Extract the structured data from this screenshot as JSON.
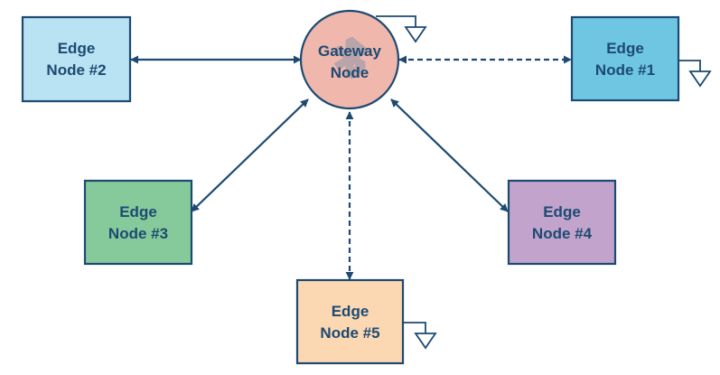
{
  "colors": {
    "stroke": "#1d4a72",
    "text": "#1d4a72",
    "gateway_fill": "#f0b7ad",
    "gateway_stroke": "#1d4a72",
    "edge_node_1_fill": "#6fc6e3",
    "edge_node_2_fill": "#b9e2f2",
    "edge_node_3_fill": "#86c99a",
    "edge_node_4_fill": "#c1a3cc",
    "edge_node_5_fill": "#fcd8b2"
  },
  "gateway": {
    "line1": "Gateway",
    "line2": "Node",
    "icon": "bluetooth-icon"
  },
  "edge_nodes": {
    "node1": {
      "line1": "Edge",
      "line2": "Node #1"
    },
    "node2": {
      "line1": "Edge",
      "line2": "Node #2"
    },
    "node3": {
      "line1": "Edge",
      "line2": "Node #3"
    },
    "node4": {
      "line1": "Edge",
      "line2": "Node #4"
    },
    "node5": {
      "line1": "Edge",
      "line2": "Node #5"
    }
  },
  "links": [
    {
      "from": "gateway",
      "to": "node1",
      "style": "dashed"
    },
    {
      "from": "gateway",
      "to": "node2",
      "style": "solid"
    },
    {
      "from": "gateway",
      "to": "node3",
      "style": "solid"
    },
    {
      "from": "gateway",
      "to": "node4",
      "style": "solid"
    },
    {
      "from": "gateway",
      "to": "node5",
      "style": "dashed"
    }
  ],
  "grounded": [
    "gateway",
    "node1",
    "node5"
  ]
}
